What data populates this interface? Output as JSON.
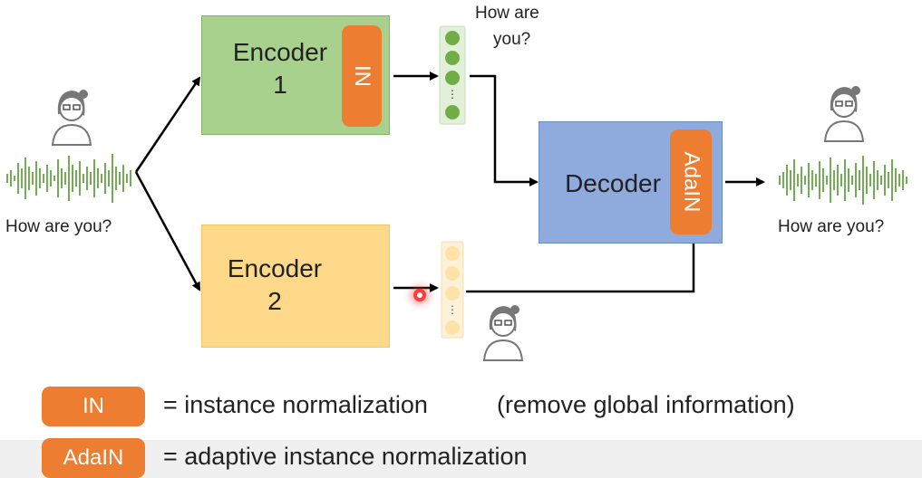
{
  "encoder1": {
    "label_line1": "Encoder",
    "label_line2": "1",
    "badge": "IN"
  },
  "encoder2": {
    "label_line1": "Encoder",
    "label_line2": "2"
  },
  "decoder": {
    "label": "Decoder",
    "badge": "AdaIN"
  },
  "captions": {
    "input": "How are you?",
    "output": "How are you?",
    "content_line1": "How are",
    "content_line2": "you?"
  },
  "legend": {
    "in_badge": "IN",
    "in_text": "= instance normalization",
    "in_note": "(remove global information)",
    "adain_badge": "AdaIN",
    "adain_text": "= adaptive instance normalization"
  },
  "colors": {
    "encoder1": "#a9d18e",
    "encoder2": "#ffd98a",
    "decoder": "#8faadc",
    "badge": "#ed7d31",
    "waveform": "#4e9a28"
  },
  "icons": [
    "speaker-icon",
    "waveform-icon",
    "content-vector-icon",
    "speaker-vector-icon"
  ]
}
